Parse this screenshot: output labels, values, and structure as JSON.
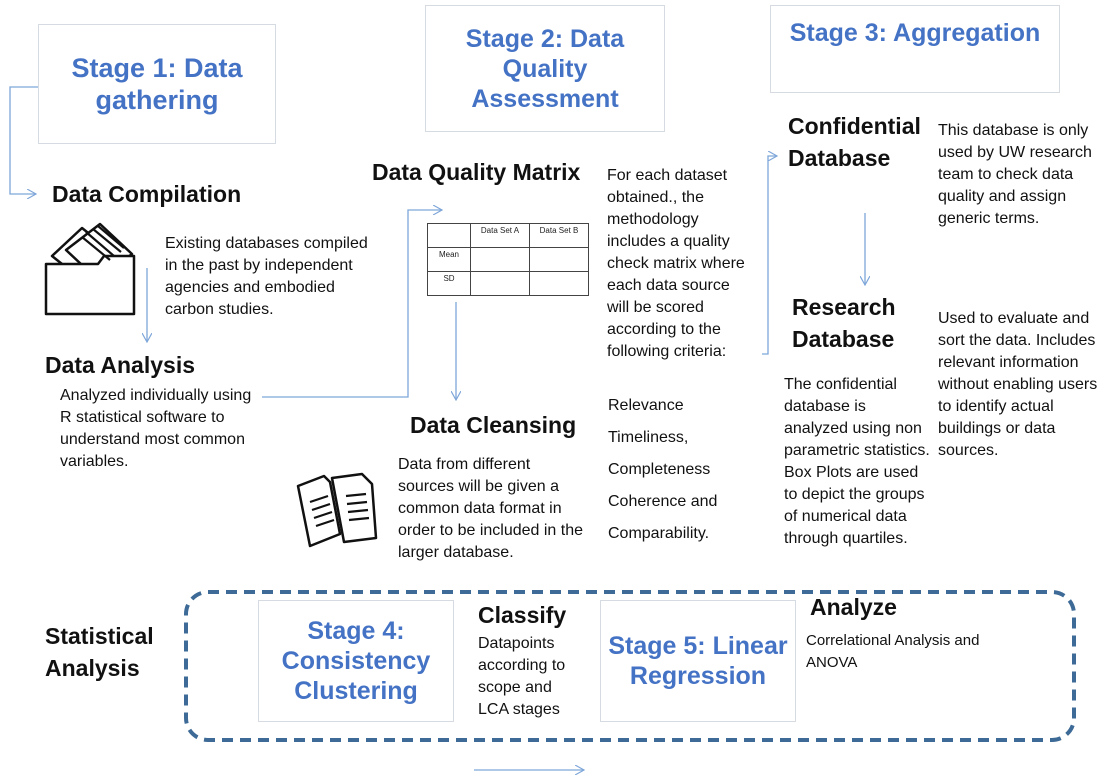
{
  "stage1": {
    "title": "Stage 1: Data gathering"
  },
  "stage2": {
    "title": "Stage 2: Data Quality Assessment"
  },
  "stage3": {
    "title": "Stage 3: Aggregation"
  },
  "stage4": {
    "title": "Stage 4: Consistency Clustering"
  },
  "stage5": {
    "title": "Stage 5: Linear Regression"
  },
  "data_compilation": {
    "heading": "Data Compilation",
    "text": "Existing databases compiled in the past by independent agencies and embodied carbon studies."
  },
  "data_analysis": {
    "heading": "Data Analysis",
    "text": "Analyzed individually using R statistical software to understand most common variables."
  },
  "data_quality_matrix": {
    "heading": "Data Quality Matrix",
    "text": "For each dataset obtained., the methodology includes a quality check matrix where each data source will be scored according to the following criteria:",
    "criteria": [
      "Relevance",
      "Timeliness,",
      "Completeness",
      "Coherence and",
      "Comparability."
    ],
    "table": {
      "headers": [
        "",
        "Data Set A",
        "Data Set B"
      ],
      "rows": [
        "Mean",
        "SD"
      ]
    }
  },
  "data_cleansing": {
    "heading": "Data Cleansing",
    "text": "Data from different sources will be given a common data format in order to be included in the larger database."
  },
  "confidential_db": {
    "heading": "Confidential Database",
    "text": "This database is only used by UW research team to check data quality and assign generic terms."
  },
  "research_db": {
    "heading": "Research Database",
    "text": "Used to evaluate and sort the data. Includes relevant information without enabling users to identify actual buildings or data sources.",
    "text2": "The confidential database is analyzed using non parametric statistics. Box Plots are used to depict the groups of numerical data through quartiles."
  },
  "statistical_analysis": {
    "label": "Statistical Analysis"
  },
  "classify": {
    "heading": "Classify",
    "text": "Datapoints according to scope and LCA stages"
  },
  "analyze": {
    "heading": "Analyze",
    "text": "Correlational Analysis and ANOVA"
  },
  "colors": {
    "stage_title": "#4472c4",
    "arrow": "#7ea6d9",
    "dashed_border": "#3d6a96"
  },
  "icons": [
    "folder-documents-icon",
    "documents-icon"
  ]
}
